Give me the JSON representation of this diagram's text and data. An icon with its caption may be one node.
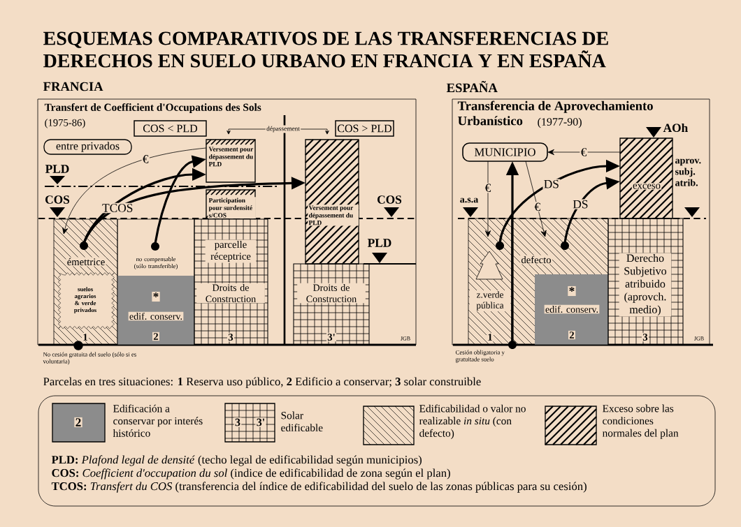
{
  "diagram": {
    "title": "ESQUEMAS COMPARATIVOS DE LAS TRANSFERENCIAS DE DERECHOS EN SUELO URBANO EN FRANCIA Y EN ESPAÑA",
    "nodes": [
      {
        "text": [
          "FRANCIA",
          "Transfert de Coefficient d'Occupations des Sols",
          "(1975-86)"
        ]
      },
      {
        "text": [
          "COS < PLD"
        ],
        "in": 0
      },
      {
        "text": [
          "COS > PLD"
        ],
        "in": 0
      },
      {
        "text": [
          "entre privados"
        ],
        "in": 0
      },
      {
        "text": [
          "Versement pour dépassement du PLD"
        ],
        "in": 0
      },
      {
        "text": [
          "Versement pour dépassement du PLD"
        ],
        "in": 0
      },
      {
        "text": [
          "émettrice",
          "suelos agrarios & verde privados",
          "1"
        ],
        "in": 0
      },
      {
        "text": [
          "no compensable (sólo transferible)",
          "*",
          "edif. conserv.",
          "2"
        ],
        "in": 0
      },
      {
        "text": [
          "parcelle réceptrice",
          "Droits de Construction",
          "3"
        ],
        "in": 0
      },
      {
        "text": [
          "Droits de Construction",
          "3'"
        ],
        "in": 0
      },
      {
        "text": [
          "ESPAÑA",
          "Transferencia de Aprovechamiento Urbanístico",
          "(1977-90)"
        ]
      },
      {
        "text": [
          "MUNICIPIO"
        ],
        "in": 10
      },
      {
        "text": [
          "exceso"
        ],
        "in": 10
      },
      {
        "text": [
          "z.verde pública",
          "1"
        ],
        "in": 10
      },
      {
        "text": [
          "defecto",
          "*",
          "edif. conserv.",
          "2"
        ],
        "in": 10
      },
      {
        "text": [
          "Derecho Subjetivo atribuido (aprovch. medio)",
          "3"
        ],
        "in": 10
      },
      {
        "text": [
          "Cesión obligatoria y gratuitade suelo"
        ]
      },
      {
        "text": [
          "Participation pour surdensité s/COS"
        ],
        "in": 0
      }
    ],
    "edges": [
      {
        "from": 6,
        "to": 4,
        "arrow": "to"
      },
      {
        "from": 7,
        "to": 4,
        "arrow": "to"
      },
      {
        "from": 6,
        "to": 5,
        "arrow": "to",
        "label": "TCOS"
      },
      {
        "from": 4,
        "to": 6,
        "arrow": "to",
        "label": "€"
      },
      {
        "from": 13,
        "to": 12,
        "arrow": "to",
        "label": "DS"
      },
      {
        "from": 14,
        "to": 12,
        "arrow": "to",
        "label": "DS"
      },
      {
        "from": 12,
        "to": 11,
        "arrow": "to",
        "label": "€"
      },
      {
        "from": 11,
        "to": 13,
        "arrow": "to",
        "label": "€"
      },
      {
        "from": 11,
        "to": 14,
        "arrow": "to",
        "label": "€"
      },
      {
        "from": 16,
        "to": 11,
        "arrow": "to"
      }
    ],
    "labels": [
      "dépassement",
      "PLD",
      "COS",
      "COS",
      "PLD",
      "JGB",
      "No cesión gratuita del suelo (sólo si es voluntaria)",
      "AOh",
      "aprov. subj. atrib.",
      "a.s.a",
      "JGB",
      "Parcelas en tres situaciones: **1** Reserva uso público, **2** Edificio a conservar; **3** solar construible",
      "2",
      "3",
      "3'",
      "**PLD:** *Plafond legal de densité* (techo legal de edificabilidad según municipios)",
      "**COS:** *Coefficient d'occupation du sol* (indice de edificabilidad de zona según el plan)",
      "**TCOS:** *Transfert du COS* (transferencia del índice de edificabilidad del suelo de las zonas públicas para su cesión)"
    ],
    "legend": [
      {
        "text": "Edificación a conservar por interés histórico"
      },
      {
        "text": "Solar edificable"
      },
      {
        "text": "Edificabilidad o valor no realizable *in situ* (con defecto)"
      },
      {
        "text": "Exceso sobre las condiciones normales del plan"
      }
    ]
  }
}
